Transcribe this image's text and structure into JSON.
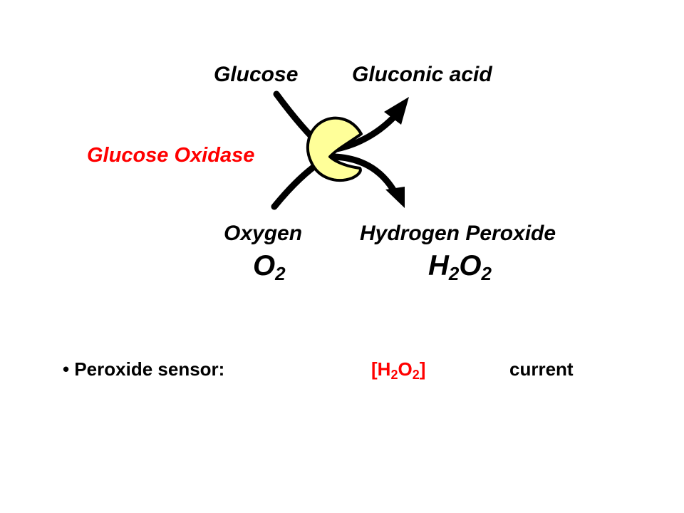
{
  "reaction": {
    "substrate": "Glucose",
    "product": "Gluconic acid",
    "enzyme": "Glucose Oxidase",
    "cosubstrate": {
      "name": "Oxygen",
      "formula_main": "O",
      "formula_sub": "2"
    },
    "coproduct": {
      "name": "Hydrogen Peroxide",
      "formula": [
        "H",
        "2",
        "O",
        "2"
      ]
    }
  },
  "bullet": {
    "marker": "•",
    "label": "Peroxide sensor:",
    "concentration": {
      "open": "[H",
      "sub1": "2",
      "mid": "O",
      "sub2": "2",
      "close": "]"
    },
    "result": "current"
  },
  "colors": {
    "enzyme_label": "#ff0000",
    "enzyme_fill": "#ffff99",
    "stroke": "#000000"
  }
}
